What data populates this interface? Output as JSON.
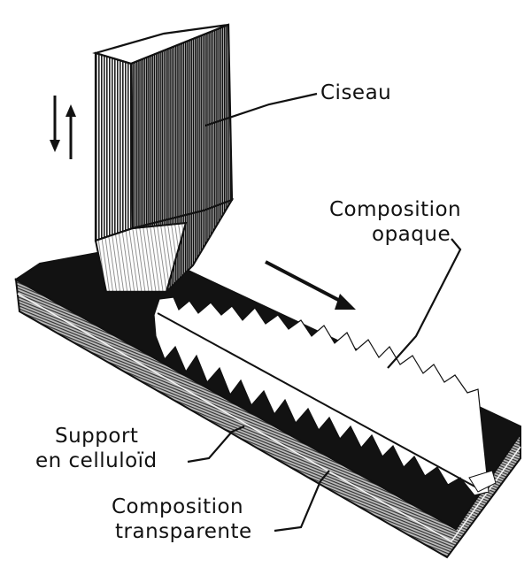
{
  "labels": {
    "ciseau": "Ciseau",
    "composition_opaque_1": "Composition",
    "composition_opaque_2": "opaque",
    "support_1": "Support",
    "support_2": "en celluloïd",
    "composition_transparente_1": "Composition",
    "composition_transparente_2": "transparente"
  },
  "colors": {
    "ink": "#111111",
    "paper": "#ffffff",
    "mid_grey": "#8a8a8a",
    "dark_grey": "#3a3a3a"
  }
}
